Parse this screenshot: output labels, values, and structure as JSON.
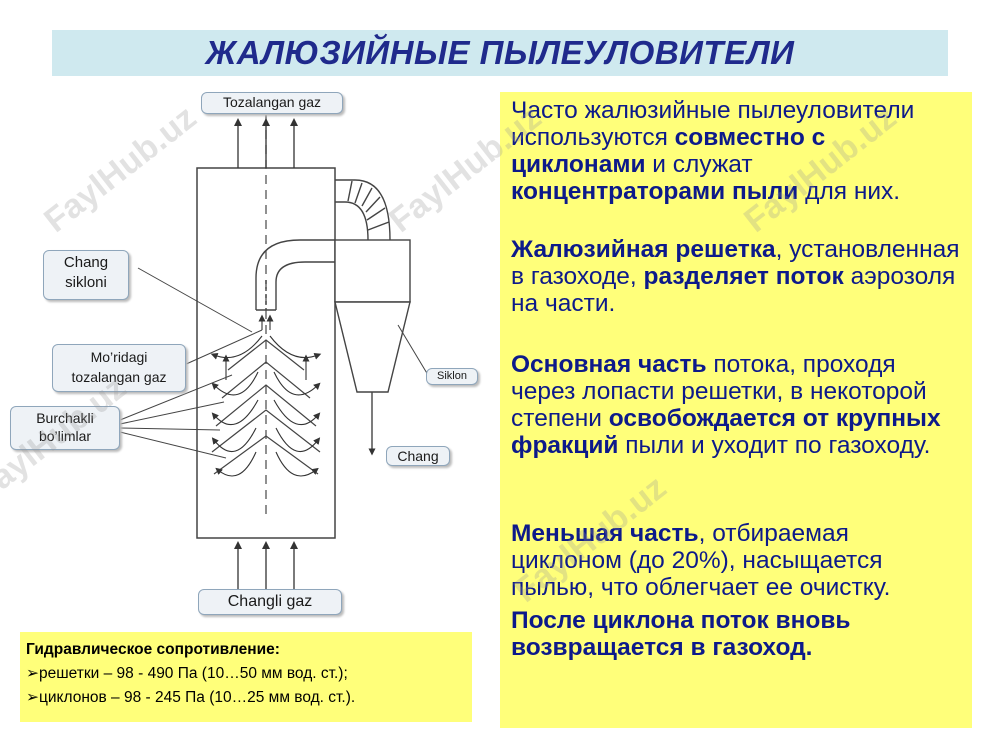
{
  "title": "ЖАЛЮЗИЙНЫЕ ПЫЛЕУЛОВИТЕЛИ",
  "diagram": {
    "labels": {
      "top": "Tozalangan gaz",
      "bottom": "Changli gaz",
      "chang_sikloni_1": "Chang",
      "chang_sikloni_2": "sikloni",
      "moridagi_1": "Mo’ridagi",
      "moridagi_2": "tozalangan gaz",
      "burchakli_1": "Burchakli",
      "burchakli_2": "bo’limlar",
      "siklon": "Siklon",
      "chang": "Chang"
    }
  },
  "hydraulic": {
    "heading": "Гидравлическое сопротивление:",
    "line1": "решетки – 98 - 490 Па (10…50 мм вод. ст.);",
    "line2": "циклонов – 98 - 245 Па (10…25 мм вод. ст.)."
  },
  "text": {
    "p1": [
      {
        "t": "Часто жалюзийные пылеуловители используются ",
        "b": false
      },
      {
        "t": "совместно с циклонами",
        "b": true
      },
      {
        "t": " и служат ",
        "b": false
      },
      {
        "t": "концентраторами пыли",
        "b": true
      },
      {
        "t": " для них.",
        "b": false
      }
    ],
    "p2": [
      {
        "t": "Жалюзийная решетка",
        "b": true
      },
      {
        "t": ", установленная в газоходе, ",
        "b": false
      },
      {
        "t": "разделяет поток",
        "b": true
      },
      {
        "t": " аэрозоля на части.",
        "b": false
      }
    ],
    "p3": [
      {
        "t": "Основная часть",
        "b": true
      },
      {
        "t": " потока, проходя через лопасти решетки, в некоторой степени ",
        "b": false
      },
      {
        "t": "освобождается от крупных фракций",
        "b": true
      },
      {
        "t": " пыли и уходит по газоходу.",
        "b": false
      }
    ],
    "p4": [
      {
        "t": "Меньшая часть",
        "b": true
      },
      {
        "t": ", отбираемая циклоном (до 20%), насыщается пылью, что облегчает ее очистку.",
        "b": false
      }
    ],
    "p5": [
      {
        "t": "После циклона поток вновь возвращается в газоход.",
        "b": true
      }
    ]
  },
  "watermark": "FaylHub.uz"
}
